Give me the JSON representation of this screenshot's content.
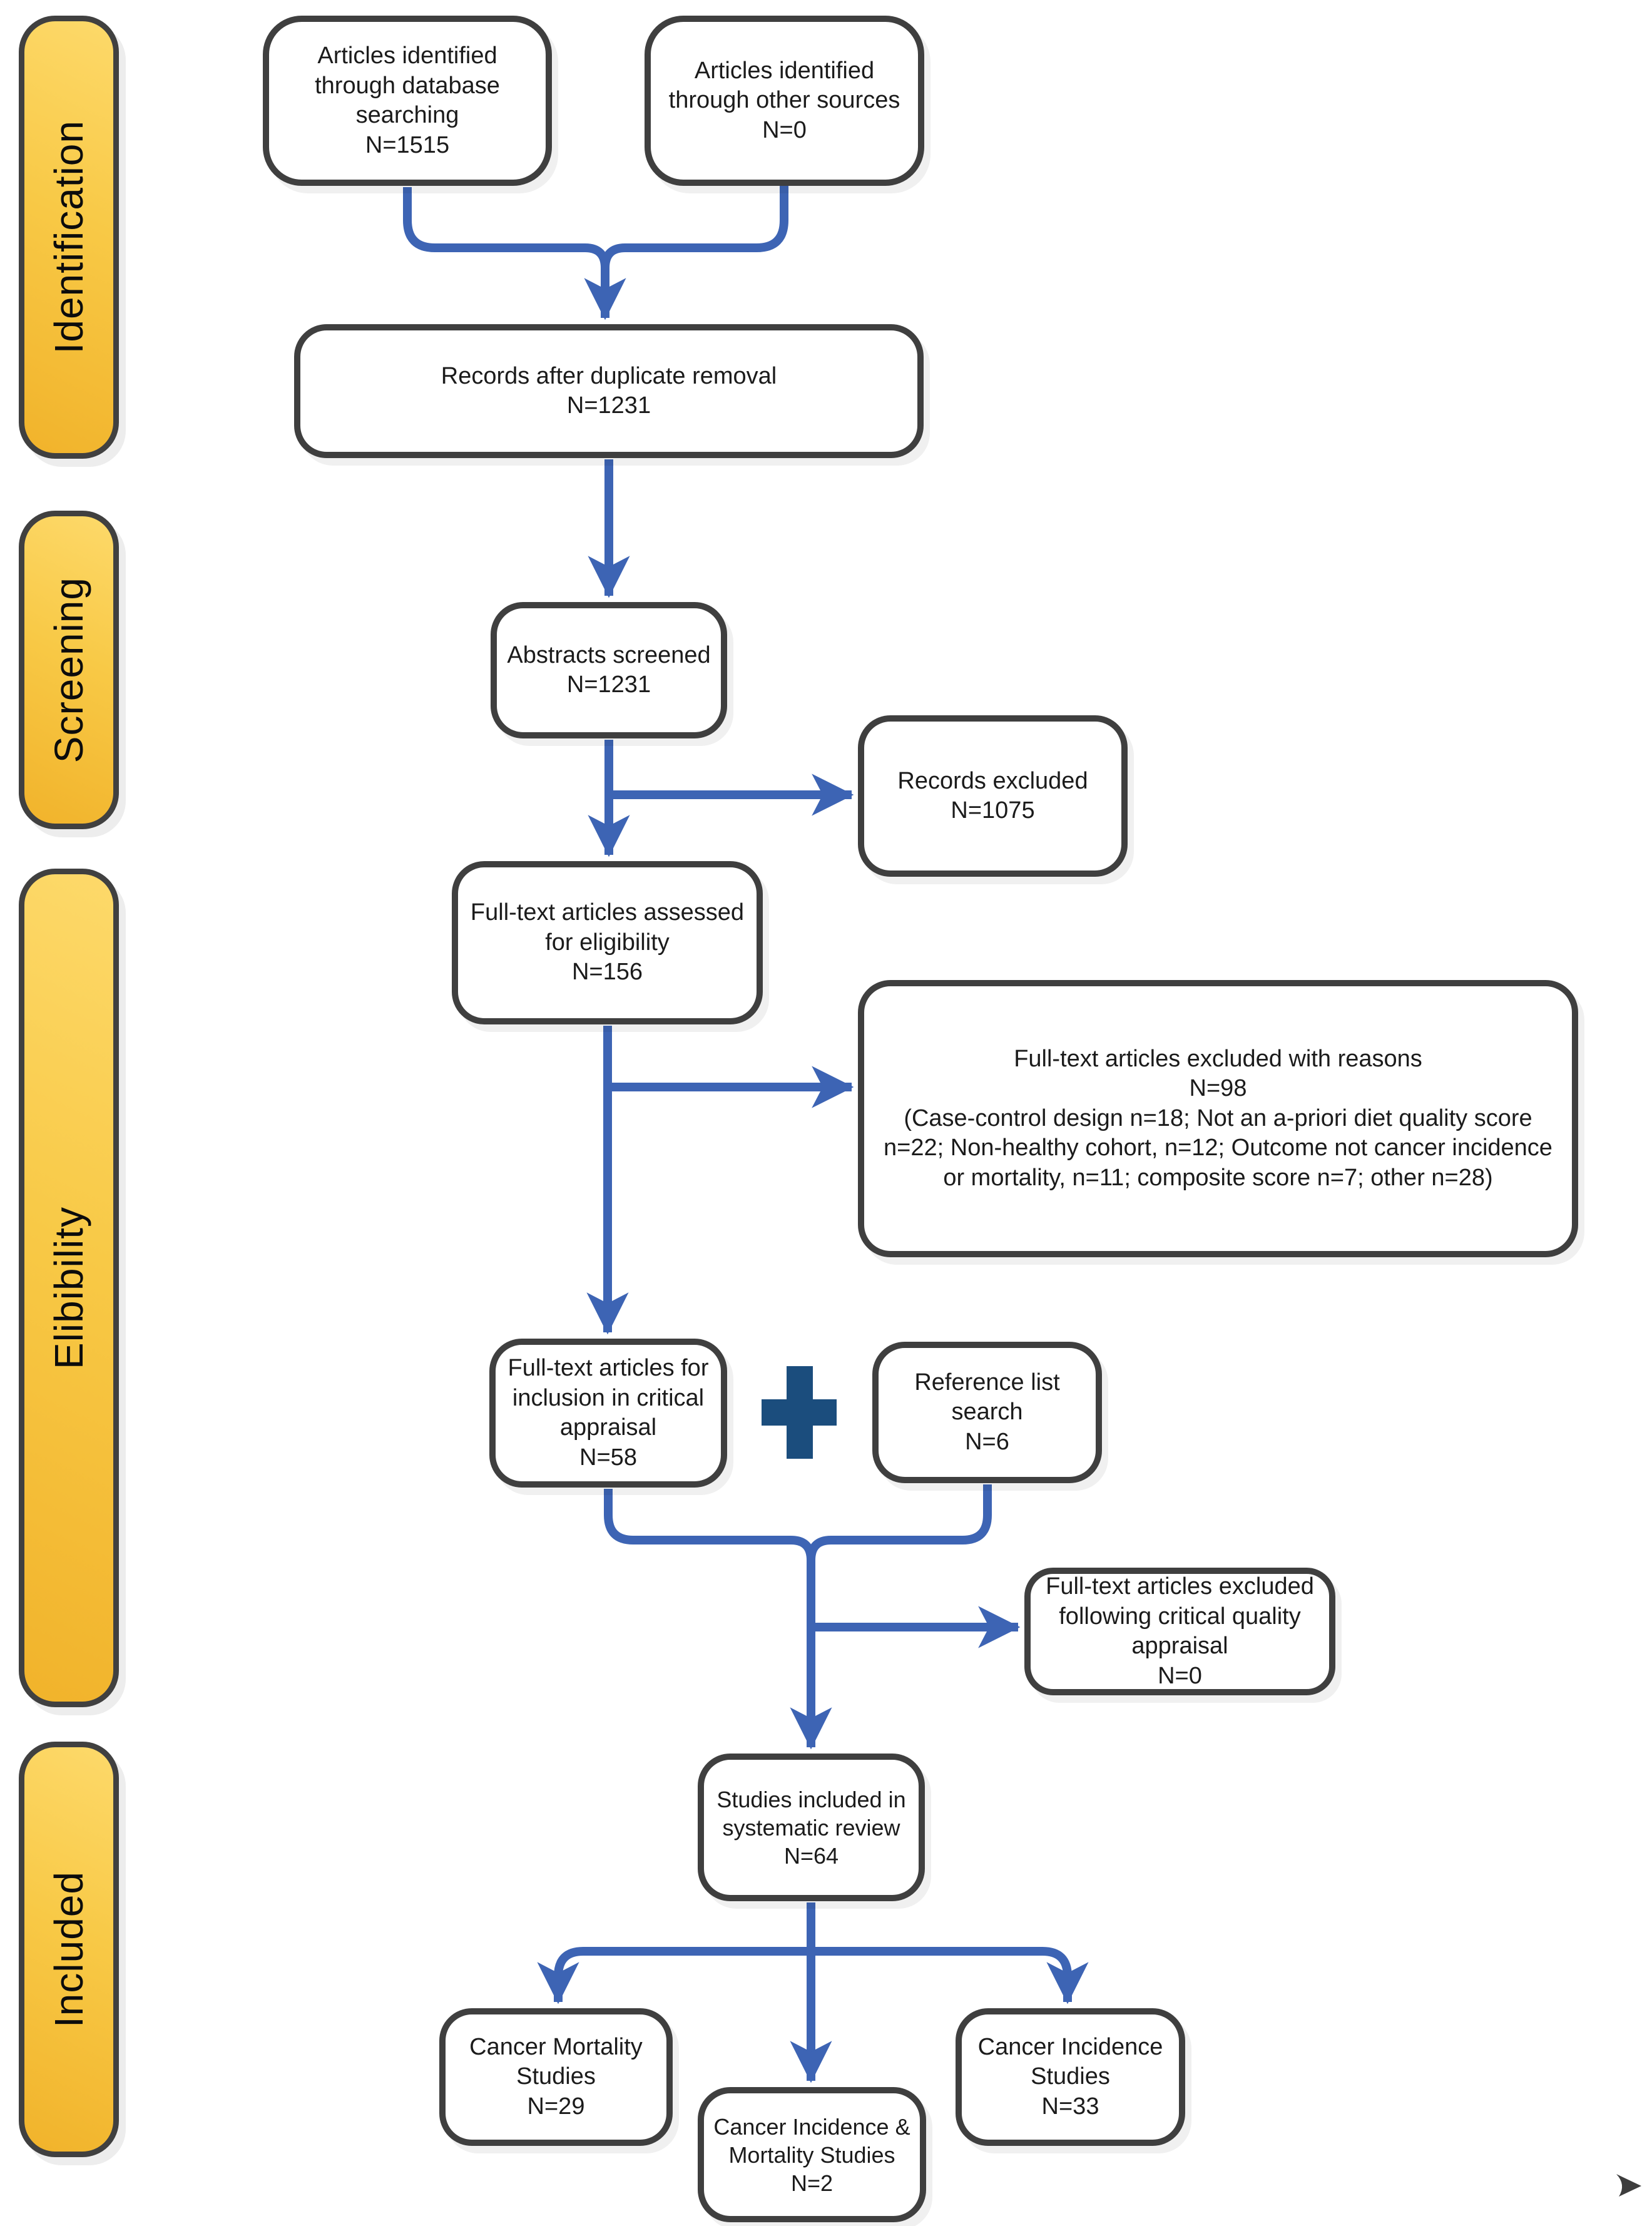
{
  "colors": {
    "arrow_blue": "#3d64b4",
    "plus_navy": "#1b4d7d",
    "box_border_gray": "#3f3f3f",
    "stage_yellow_light": "#fdd96a",
    "stage_yellow_dark": "#f1b32b"
  },
  "stages": [
    {
      "label": "Identification"
    },
    {
      "label": "Screening"
    },
    {
      "label": "Elibibility"
    },
    {
      "label": "Included"
    }
  ],
  "boxes": {
    "database_search": {
      "label": "Articles identified through database searching",
      "count": "N=1515"
    },
    "other_sources": {
      "label": "Articles identified through other sources",
      "count": "N=0"
    },
    "after_duplicates": {
      "label": "Records after duplicate removal",
      "count": "N=1231"
    },
    "abstracts_screened": {
      "label": "Abstracts screened",
      "count": "N=1231"
    },
    "records_excluded": {
      "label": "Records excluded",
      "count": "N=1075"
    },
    "fulltext_assessed": {
      "label": "Full-text articles assessed for eligibility",
      "count": "N=156"
    },
    "fulltext_excluded": {
      "label": "Full-text articles excluded with reasons",
      "count": "N=98",
      "reasons": "(Case-control design n=18; Not an a-priori diet quality score n=22; Non-healthy cohort, n=12; Outcome not cancer incidence or mortality, n=11; composite score n=7; other n=28)"
    },
    "critical_appraisal": {
      "label": "Full-text articles for inclusion in critical appraisal",
      "count": "N=58"
    },
    "reference_list": {
      "label": "Reference list search",
      "count": "N=6"
    },
    "appraisal_excluded": {
      "label": "Full-text articles excluded following critical quality appraisal",
      "count": "N=0"
    },
    "included_review": {
      "label": "Studies included in systematic review",
      "count": "N=64"
    },
    "mortality_studies": {
      "label": "Cancer Mortality Studies",
      "count": "N=29"
    },
    "incidence_mortality_studies": {
      "label": "Cancer Incidence & Mortality Studies",
      "count": "N=2"
    },
    "incidence_studies": {
      "label": "Cancer Incidence Studies",
      "count": "N=33"
    }
  }
}
